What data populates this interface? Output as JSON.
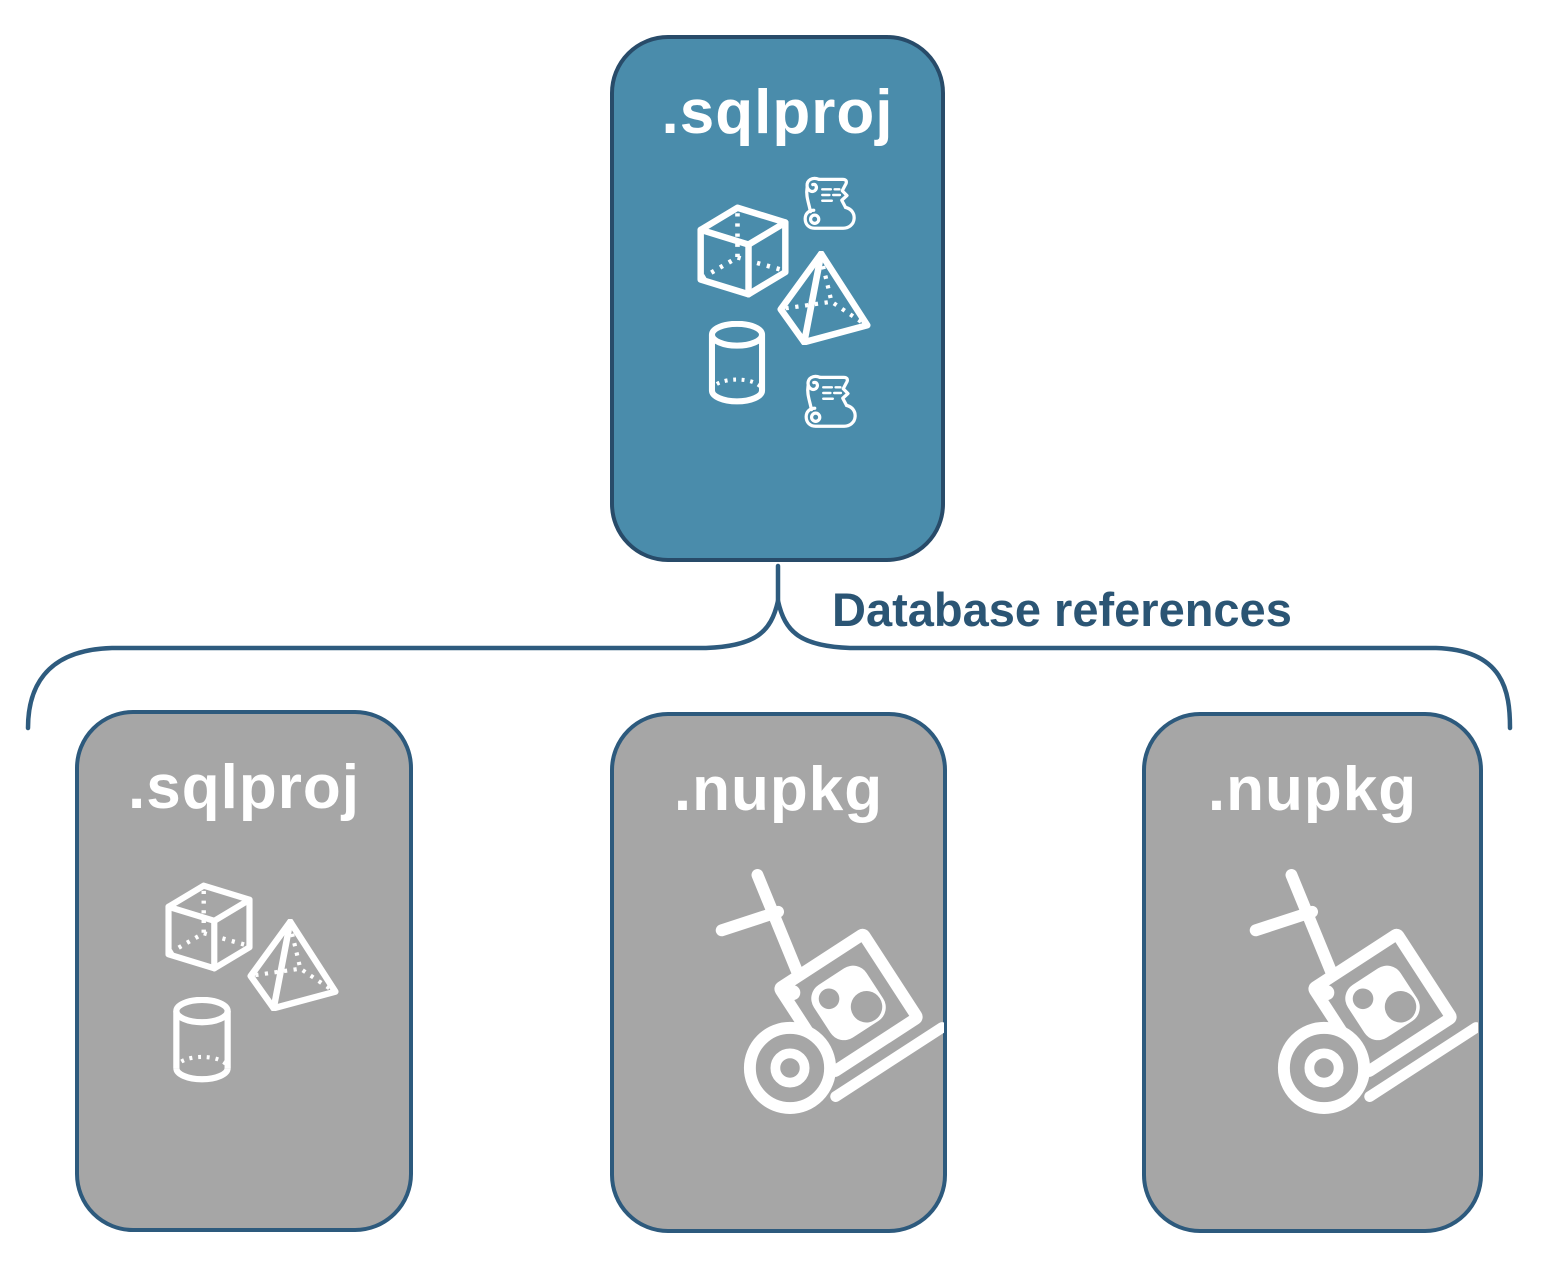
{
  "root": {
    "label": ".sqlproj"
  },
  "connector": {
    "label": "Database references"
  },
  "children": [
    {
      "label": ".sqlproj"
    },
    {
      "label": ".nupkg"
    },
    {
      "label": ".nupkg"
    }
  ],
  "colors": {
    "root_fill": "#4A8CAB",
    "root_border": "#284B69",
    "child_fill": "#A6A6A6",
    "child_border": "#2D5A7D",
    "connector_stroke": "#2E5B7E",
    "label_text": "#2B5574",
    "title_text": "#FFFFFF"
  }
}
